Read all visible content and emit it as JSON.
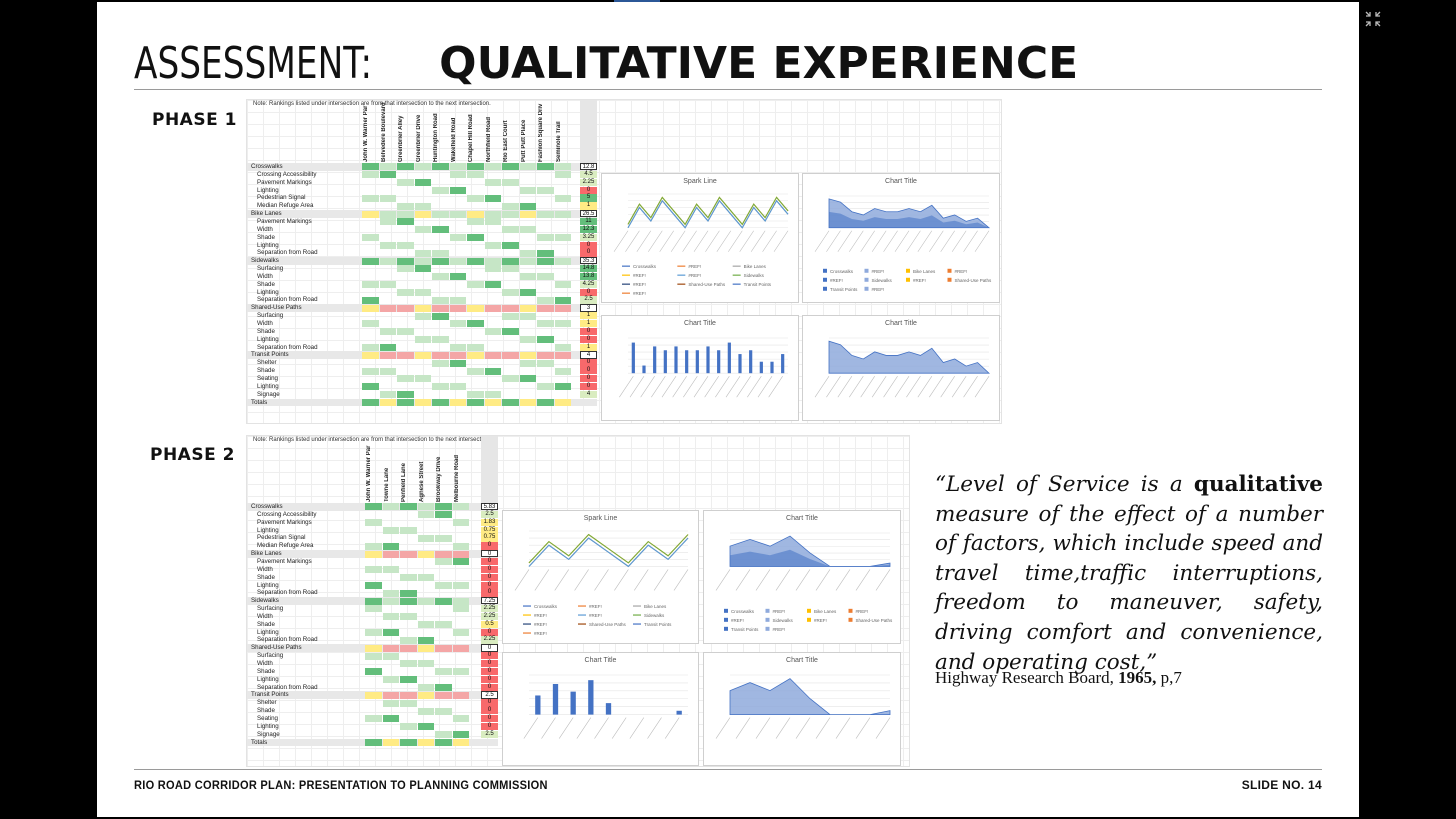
{
  "slide": {
    "title_light": "ASSESSMENT: ",
    "title_bold": "QUALITATIVE EXPERIENCE",
    "footer_left": "RIO ROAD CORRIDOR PLAN: PRESENTATION TO PLANNING COMMISSION",
    "footer_right": "SLIDE NO. 14"
  },
  "colors": {
    "green": "#63be7b",
    "light_green": "#c6e6c6",
    "yellow": "#ffeb84",
    "red": "#f8696b",
    "pink": "#f4a6a6",
    "blue": "#4472c4",
    "blue_fill": "#8faadc"
  },
  "quote": {
    "part1": "“Level of Service is a ",
    "bold": "qualitative",
    "part2": " measure of the effect of a number of factors, which include speed and travel time,traffic interruptions, freedom to maneuver, safety, driving comfort and convenience, and operating cost,”"
  },
  "citation": {
    "pre": "Highway Research Board, ",
    "year": "1965,",
    "post": " p,7"
  },
  "phase1": {
    "label": "PHASE 1",
    "note": "Note: Rankings listed under intersection are from that intersection to the next intersection.",
    "columns": [
      "John W. Warner Par",
      "Belvedere Boulevard",
      "Greenbrier Alley",
      "Greenbrier Drive",
      "Huntington Road",
      "Wakefield Road",
      "Chapel Hill Road",
      "Northfield Road",
      "Rio East Court",
      "Putt Putt Place",
      "Fashion Square Driv",
      "Seminole Trail"
    ],
    "rows": [
      {
        "label": "Crosswalks",
        "header": true,
        "total": "12.8"
      },
      {
        "label": "Crossing Accessibility",
        "total": "4.5"
      },
      {
        "label": "Pavement Markings",
        "total": "2.25"
      },
      {
        "label": "Lighting",
        "total": "0"
      },
      {
        "label": "Pedestrian Signal",
        "total": "5"
      },
      {
        "label": "Median Refuge Area",
        "total": "1"
      },
      {
        "label": "Bike Lanes",
        "header": true,
        "total": "26.5"
      },
      {
        "label": "Pavement Markings",
        "total": "11"
      },
      {
        "label": "Width",
        "total": "12.3"
      },
      {
        "label": "Shade",
        "total": "3.25"
      },
      {
        "label": "Lighting",
        "total": "0"
      },
      {
        "label": "Separation from Road",
        "total": "0"
      },
      {
        "label": "Sidewalks",
        "header": true,
        "total": "35.3"
      },
      {
        "label": "Surfacing",
        "total": "14.8"
      },
      {
        "label": "Width",
        "total": "13.8"
      },
      {
        "label": "Shade",
        "total": "4.25"
      },
      {
        "label": "Lighting",
        "total": "0"
      },
      {
        "label": "Separation from Road",
        "total": "2.5"
      },
      {
        "label": "Shared-Use Paths",
        "header": true,
        "total": "3"
      },
      {
        "label": "Surfacing",
        "total": "1"
      },
      {
        "label": "Width",
        "total": "1"
      },
      {
        "label": "Shade",
        "total": "0"
      },
      {
        "label": "Lighting",
        "total": "0"
      },
      {
        "label": "Separation from Road",
        "total": "1"
      },
      {
        "label": "Transit Points",
        "header": true,
        "total": "4"
      },
      {
        "label": "Shelter",
        "total": "0"
      },
      {
        "label": "Shade",
        "total": "0"
      },
      {
        "label": "Seating",
        "total": "0"
      },
      {
        "label": "Lighting",
        "total": "0"
      },
      {
        "label": "Signage",
        "total": "4"
      },
      {
        "label": "Totals",
        "header": true,
        "total": ""
      }
    ],
    "charts": [
      "Spark Line",
      "Chart Title",
      "Chart Title",
      "Chart Title"
    ],
    "bar_values": [
      8,
      2,
      7,
      6,
      7,
      6,
      6,
      7,
      6,
      8,
      5,
      6,
      3,
      3,
      5
    ],
    "area_values": [
      9,
      8,
      5,
      4,
      6,
      5,
      5,
      6,
      5,
      7,
      3,
      4,
      2,
      3,
      0
    ],
    "legend_items": [
      "Crosswalks",
      "#REF!",
      "Bike Lanes",
      "#REF!",
      "#REF!",
      "Sidewalks",
      "#REF!",
      "Shared-Use Paths",
      "Transit Points",
      "#REF!"
    ]
  },
  "phase2": {
    "label": "PHASE 2",
    "note": "Note: Rankings listed under intersection are from that intersection to the next intersection.",
    "columns": [
      "John W. Warner Par",
      "Towne Lane",
      "Penfield Lane",
      "Agnese Street",
      "Brookway Drive",
      "Melbourne Road"
    ],
    "rows": [
      {
        "label": "Crosswalks",
        "header": true,
        "total": "5.83"
      },
      {
        "label": "Crossing Accessibility",
        "total": "2.5"
      },
      {
        "label": "Pavement Markings",
        "total": "1.83"
      },
      {
        "label": "Lighting",
        "total": "0.75"
      },
      {
        "label": "Pedestrian Signal",
        "total": "0.75"
      },
      {
        "label": "Median Refuge Area",
        "total": "0"
      },
      {
        "label": "Bike Lanes",
        "header": true,
        "total": "0"
      },
      {
        "label": "Pavement Markings",
        "total": "0"
      },
      {
        "label": "Width",
        "total": "0"
      },
      {
        "label": "Shade",
        "total": "0"
      },
      {
        "label": "Lighting",
        "total": "0"
      },
      {
        "label": "Separation from Road",
        "total": "0"
      },
      {
        "label": "Sidewalks",
        "header": true,
        "total": "7.25"
      },
      {
        "label": "Surfacing",
        "total": "2.25"
      },
      {
        "label": "Width",
        "total": "2.25"
      },
      {
        "label": "Shade",
        "total": "0.5"
      },
      {
        "label": "Lighting",
        "total": "0"
      },
      {
        "label": "Separation from Road",
        "total": "2.25"
      },
      {
        "label": "Shared-Use Paths",
        "header": true,
        "total": "0"
      },
      {
        "label": "Surfacing",
        "total": "0"
      },
      {
        "label": "Width",
        "total": "0"
      },
      {
        "label": "Shade",
        "total": "0"
      },
      {
        "label": "Lighting",
        "total": "0"
      },
      {
        "label": "Separation from Road",
        "total": "0"
      },
      {
        "label": "Transit Points",
        "header": true,
        "total": "2.5"
      },
      {
        "label": "Shelter",
        "total": "0"
      },
      {
        "label": "Shade",
        "total": "0"
      },
      {
        "label": "Seating",
        "total": "0"
      },
      {
        "label": "Lighting",
        "total": "0"
      },
      {
        "label": "Signage",
        "total": "2.5"
      },
      {
        "label": "Totals",
        "header": true,
        "total": ""
      }
    ],
    "charts": [
      "Spark Line",
      "Chart Title",
      "Chart Title",
      "Chart Title"
    ],
    "bar_values": [
      2.5,
      4,
      3,
      4.5,
      1.5,
      0,
      0,
      0,
      0.5
    ],
    "area_values": [
      3,
      4,
      3,
      4.5,
      2,
      0,
      0,
      0,
      0.5
    ]
  }
}
